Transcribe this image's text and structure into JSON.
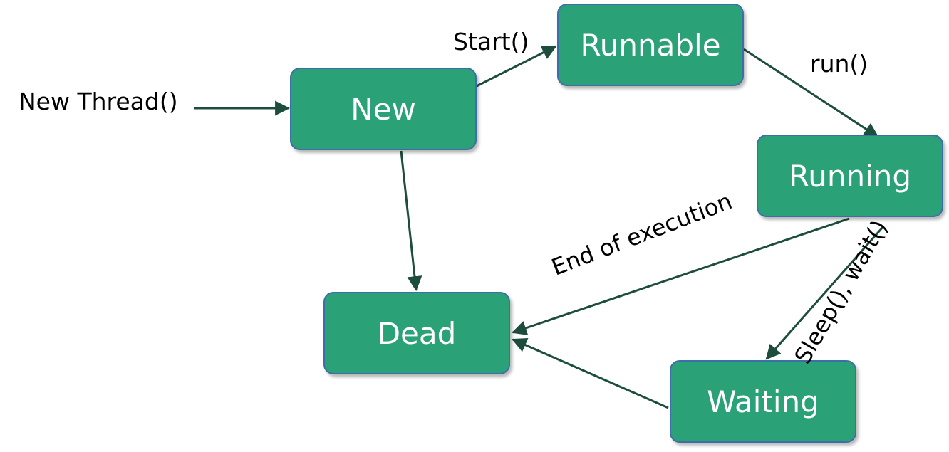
{
  "states": {
    "new": "New",
    "runnable": "Runnable",
    "running": "Running",
    "dead": "Dead",
    "waiting": "Waiting"
  },
  "transitions": {
    "new_thread": "New Thread()",
    "start": "Start()",
    "run": "run()",
    "end_of_execution": "End of execution",
    "sleep_wait": "Sleep(), wait()"
  },
  "colors": {
    "state_fill": "#2ba178",
    "state_border": "#3d6ea8",
    "arrow": "#1d4d3b"
  }
}
